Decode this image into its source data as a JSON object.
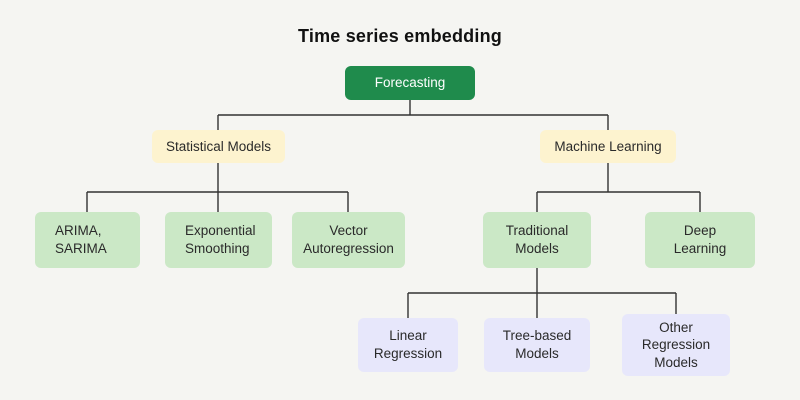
{
  "title": "Time series embedding",
  "colors": {
    "background": "#f5f5f2",
    "root_bg": "#1f8b4c",
    "root_text": "#ffffff",
    "level2_bg": "#fdf3cf",
    "level3_bg": "#cbe8c6",
    "level4_bg": "#e7e7fb",
    "connector": "#333333",
    "text": "#2a2a2a"
  },
  "nodes": {
    "forecasting": {
      "label": "Forecasting"
    },
    "statistical_models": {
      "label": "Statistical Models"
    },
    "machine_learning": {
      "label": "Machine Learning"
    },
    "arima_sarima": {
      "label": "ARIMA,\nSARIMA"
    },
    "exponential_smoothing": {
      "label": "Exponential\nSmoothing"
    },
    "vector_autoregression": {
      "label": "Vector\nAutoregression"
    },
    "traditional_models": {
      "label": "Traditional\nModels"
    },
    "deep_learning": {
      "label": "Deep\nLearning"
    },
    "linear_regression": {
      "label": "Linear\nRegression"
    },
    "tree_based_models": {
      "label": "Tree-based\nModels"
    },
    "other_regression_models": {
      "label": "Other\nRegression\nModels"
    }
  },
  "edges": [
    [
      "forecasting",
      "statistical_models"
    ],
    [
      "forecasting",
      "machine_learning"
    ],
    [
      "statistical_models",
      "arima_sarima"
    ],
    [
      "statistical_models",
      "exponential_smoothing"
    ],
    [
      "statistical_models",
      "vector_autoregression"
    ],
    [
      "machine_learning",
      "traditional_models"
    ],
    [
      "machine_learning",
      "deep_learning"
    ],
    [
      "traditional_models",
      "linear_regression"
    ],
    [
      "traditional_models",
      "tree_based_models"
    ],
    [
      "traditional_models",
      "other_regression_models"
    ]
  ]
}
